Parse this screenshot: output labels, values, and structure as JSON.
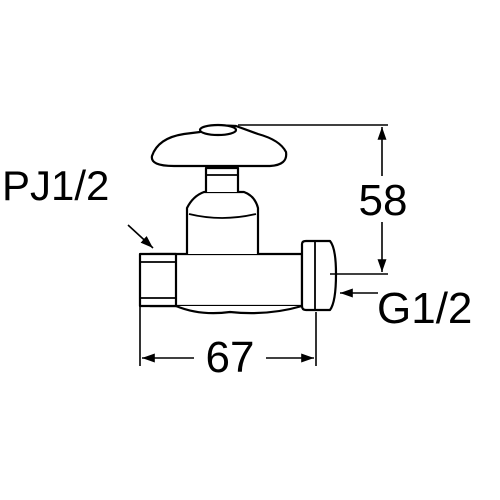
{
  "labels": {
    "inlet_thread": "PJ1/2",
    "outlet_thread": "G1/2",
    "height_dim": "58",
    "length_dim": "67"
  },
  "colors": {
    "line": "#000000",
    "body_fill": "#ffffff"
  }
}
